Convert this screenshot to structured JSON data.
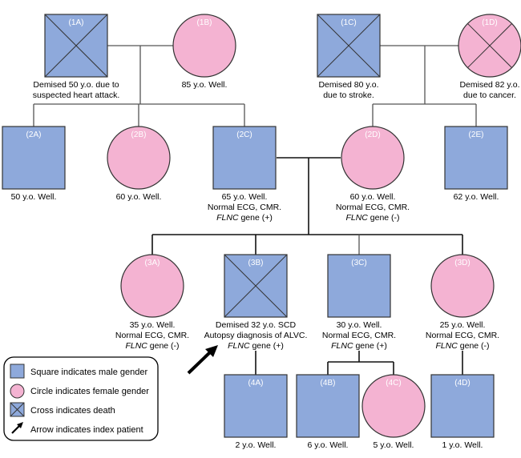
{
  "colors": {
    "male": "#8ea9db",
    "female": "#f4b3d2",
    "line": "#555555",
    "line_main": "#111111"
  },
  "individuals": {
    "1A": {
      "id": "(1A)",
      "sex": "male",
      "deceased": true,
      "lines": [
        "Demised 50 y.o. due to",
        "suspected heart attack."
      ]
    },
    "1B": {
      "id": "(1B)",
      "sex": "female",
      "deceased": false,
      "lines": [
        "85 y.o. Well."
      ]
    },
    "1C": {
      "id": "(1C)",
      "sex": "male",
      "deceased": true,
      "lines": [
        "Demised 80 y.o.",
        "due to stroke."
      ]
    },
    "1D": {
      "id": "(1D)",
      "sex": "female",
      "deceased": true,
      "lines": [
        "Demised 82 y.o.",
        "due to cancer."
      ]
    },
    "2A": {
      "id": "(2A)",
      "sex": "male",
      "deceased": false,
      "lines": [
        "50 y.o. Well."
      ]
    },
    "2B": {
      "id": "(2B)",
      "sex": "female",
      "deceased": false,
      "lines": [
        "60 y.o. Well."
      ]
    },
    "2C": {
      "id": "(2C)",
      "sex": "male",
      "deceased": false,
      "lines": [
        "65 y.o. Well.",
        "Normal ECG, CMR."
      ],
      "gene": {
        "name": "FLNC",
        "rest": " gene (+)"
      }
    },
    "2D": {
      "id": "(2D)",
      "sex": "female",
      "deceased": false,
      "lines": [
        "60 y.o. Well.",
        "Normal ECG, CMR."
      ],
      "gene": {
        "name": "FLNC",
        "rest": " gene (-)"
      }
    },
    "2E": {
      "id": "(2E)",
      "sex": "male",
      "deceased": false,
      "lines": [
        "62 y.o. Well."
      ]
    },
    "3A": {
      "id": "(3A)",
      "sex": "female",
      "deceased": false,
      "lines": [
        "35 y.o. Well.",
        "Normal ECG, CMR."
      ],
      "gene": {
        "name": "FLNC",
        "rest": " gene (-)"
      }
    },
    "3B": {
      "id": "(3B)",
      "sex": "male",
      "deceased": true,
      "index": true,
      "lines": [
        "Demised 32 y.o. SCD",
        "Autopsy diagnosis of ALVC."
      ],
      "gene": {
        "name": "FLNC",
        "rest": " gene (+)"
      }
    },
    "3C": {
      "id": "(3C)",
      "sex": "male",
      "deceased": false,
      "lines": [
        "30 y.o. Well.",
        "Normal ECG, CMR."
      ],
      "gene": {
        "name": "FLNC",
        "rest": " gene (+)"
      }
    },
    "3D": {
      "id": "(3D)",
      "sex": "female",
      "deceased": false,
      "lines": [
        "25 y.o. Well.",
        "Normal ECG, CMR."
      ],
      "gene": {
        "name": "FLNC",
        "rest": " gene (-)"
      }
    },
    "4A": {
      "id": "(4A)",
      "sex": "male",
      "deceased": false,
      "lines": [
        "2 y.o. Well."
      ]
    },
    "4B": {
      "id": "(4B)",
      "sex": "male",
      "deceased": false,
      "lines": [
        "6 y.o. Well."
      ]
    },
    "4C": {
      "id": "(4C)",
      "sex": "female",
      "deceased": false,
      "lines": [
        "5 y.o. Well."
      ]
    },
    "4D": {
      "id": "(4D)",
      "sex": "male",
      "deceased": false,
      "lines": [
        "1 y.o. Well."
      ]
    }
  },
  "legend": {
    "square": "Square indicates male gender",
    "circle": "Circle indicates female gender",
    "cross": "Cross indicates death",
    "arrow": "Arrow indicates index patient"
  }
}
